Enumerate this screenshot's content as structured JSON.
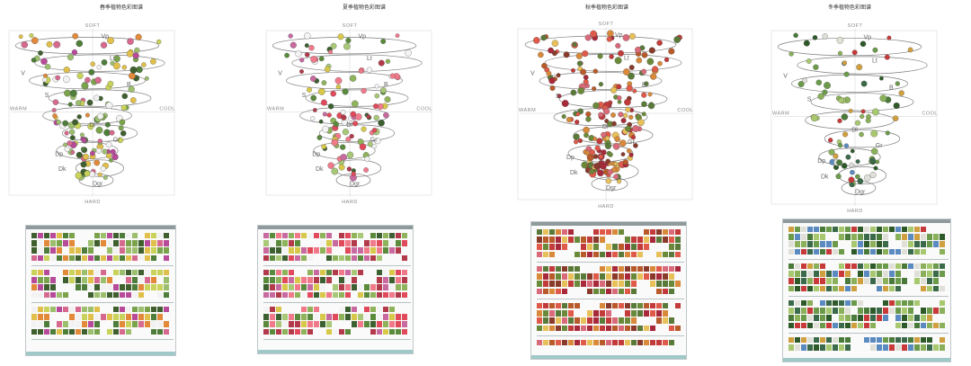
{
  "panels": [
    {
      "title": "春季植物色彩图谱"
    },
    {
      "title": "夏季植物色彩图谱"
    },
    {
      "title": "秋季植物色彩图谱"
    },
    {
      "title": "冬季植物色彩图谱"
    }
  ],
  "axis": {
    "top": "SOFT",
    "bottom": "HARD",
    "left": "WARM",
    "right": "COOL"
  },
  "zones": [
    "V",
    "S",
    "Vp",
    "Lt",
    "B",
    "Dl",
    "Gr",
    "Dp",
    "Dk",
    "Dgr"
  ],
  "palette": {
    "spring": [
      "#4f7d3a",
      "#7aa34c",
      "#c9d25a",
      "#e0c04a",
      "#d66a8e",
      "#b84a9a",
      "#f2f2f2",
      "#9cbf6e",
      "#3f5f2e",
      "#e28a3a"
    ],
    "summer": [
      "#5a8a3c",
      "#8fb35a",
      "#e04a5a",
      "#f07a8a",
      "#b23a4a",
      "#d8c84a",
      "#f4f4f4",
      "#a8c878",
      "#3c6030",
      "#c86aa0"
    ],
    "autumn": [
      "#c23a3a",
      "#e05a4a",
      "#d88a3a",
      "#8a3a2a",
      "#b85a2a",
      "#6a8a3a",
      "#e8c05a",
      "#a82a3a",
      "#d86a7a",
      "#5a7a3a"
    ],
    "winter": [
      "#4a7a3a",
      "#6a9a4a",
      "#2e5a2a",
      "#c83a3a",
      "#8ab05a",
      "#e0e0d8",
      "#5a8ac0",
      "#a8c870",
      "#3a6a4a",
      "#d0a040"
    ]
  }
}
